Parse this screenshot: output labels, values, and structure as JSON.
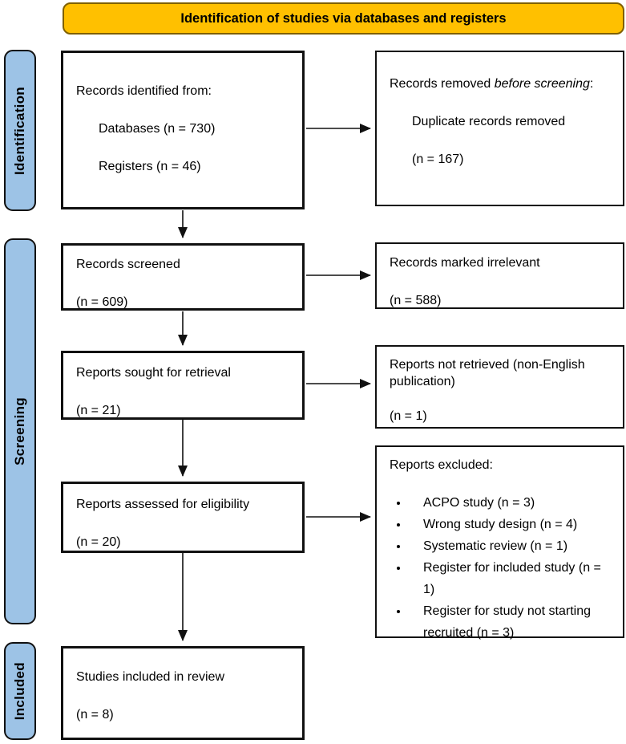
{
  "header": {
    "title": "Identification of studies via databases and registers"
  },
  "sidebar": {
    "identification_label": "Identification",
    "screening_label": "Screening",
    "included_label": "Included"
  },
  "boxes": {
    "records_identified": {
      "title": "Records identified from:",
      "items": [
        "Databases (n = 730)",
        "Registers (n = 46)"
      ]
    },
    "records_removed": {
      "title_prefix": "Records removed ",
      "title_italic": "before screening",
      "title_suffix": ":",
      "items": [
        "Duplicate records removed",
        "(n = 167)"
      ]
    },
    "records_screened": {
      "line1": "Records screened",
      "line2": "(n = 609)"
    },
    "records_irrelevant": {
      "line1": "Records marked irrelevant",
      "line2": "(n = 588)"
    },
    "reports_sought": {
      "line1": "Reports sought for retrieval",
      "line2": "(n = 21)"
    },
    "reports_not_retrieved": {
      "line1": "Reports not retrieved (non-English publication)",
      "line2": "(n = 1)"
    },
    "reports_assessed": {
      "line1": "Reports assessed for eligibility",
      "line2": "(n = 20)"
    },
    "reports_excluded": {
      "title": "Reports excluded:",
      "items": [
        "ACPO study (n = 3)",
        "Wrong study design (n = 4)",
        "Systematic review (n = 1)",
        "Register for included study (n = 1)",
        "Register for study not starting recruited (n = 3)"
      ]
    },
    "studies_included": {
      "line1": "Studies included in review",
      "line2": "(n = 8)"
    }
  },
  "colors": {
    "header_bg": "#FFC000",
    "header_border": "#7f6000",
    "sidebar_bg": "#9DC3E6"
  }
}
